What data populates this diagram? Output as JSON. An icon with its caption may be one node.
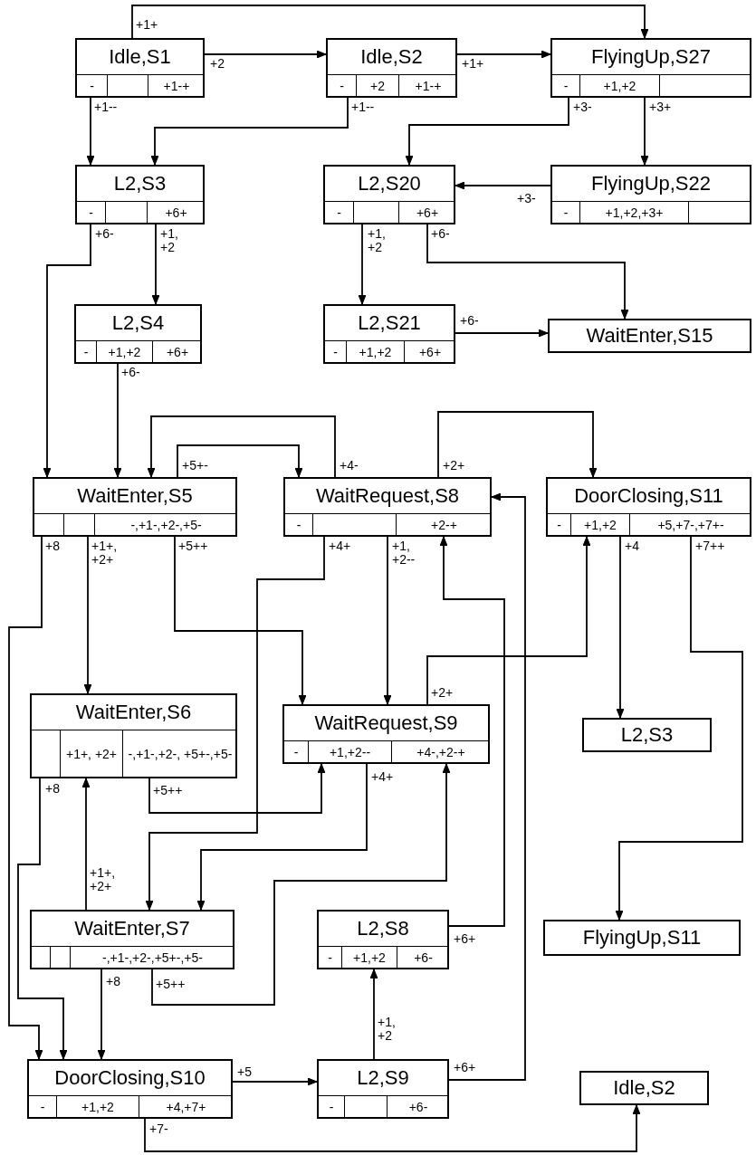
{
  "diagram": {
    "nodes": [
      {
        "text": [
          "Idle,S1"
        ]
      },
      {
        "text": [
          "Idle,S2"
        ]
      },
      {
        "text": [
          "FlyingUp,S27"
        ]
      },
      {
        "text": [
          "L2,S3"
        ]
      },
      {
        "text": [
          "L2,S20"
        ]
      },
      {
        "text": [
          "FlyingUp,S22"
        ]
      },
      {
        "text": [
          "L2,S4"
        ]
      },
      {
        "text": [
          "L2,S21"
        ]
      },
      {
        "text": [
          "WaitEnter,S15"
        ]
      },
      {
        "text": [
          "WaitEnter,S5"
        ]
      },
      {
        "text": [
          "WaitRequest,S8"
        ]
      },
      {
        "text": [
          "DoorClosing,S11"
        ]
      },
      {
        "text": [
          "WaitEnter,S6"
        ]
      },
      {
        "text": [
          "WaitRequest,S9"
        ]
      },
      {
        "text": [
          "L2,S3"
        ]
      },
      {
        "text": [
          "WaitEnter,S7"
        ]
      },
      {
        "text": [
          "L2,S8"
        ]
      },
      {
        "text": [
          "FlyingUp,S11"
        ]
      },
      {
        "text": [
          "DoorClosing,S10"
        ]
      },
      {
        "text": [
          "L2,S9"
        ]
      },
      {
        "text": [
          "Idle,S2"
        ]
      },
      {
        "text": [
          "-"
        ],
        "in": 0
      },
      {
        "text": [],
        "shape": "box",
        "in": 0
      },
      {
        "text": [
          "+1-+"
        ],
        "in": 0
      },
      {
        "text": [
          "-"
        ],
        "in": 1
      },
      {
        "text": [
          "+2"
        ],
        "in": 1
      },
      {
        "text": [
          "+1-+"
        ],
        "in": 1
      },
      {
        "text": [
          "-"
        ],
        "in": 2
      },
      {
        "text": [
          "+1,+2"
        ],
        "in": 2
      },
      {
        "text": [],
        "shape": "box",
        "in": 2
      },
      {
        "text": [
          "-"
        ],
        "in": 3
      },
      {
        "text": [],
        "shape": "box",
        "in": 3
      },
      {
        "text": [
          "+6+"
        ],
        "in": 3
      },
      {
        "text": [
          "-"
        ],
        "in": 4
      },
      {
        "text": [],
        "shape": "box",
        "in": 4
      },
      {
        "text": [
          "+6+"
        ],
        "in": 4
      },
      {
        "text": [
          "-"
        ],
        "in": 5
      },
      {
        "text": [
          "+1,+2,+3+"
        ],
        "in": 5
      },
      {
        "text": [],
        "shape": "box",
        "in": 5
      },
      {
        "text": [
          "-"
        ],
        "in": 6
      },
      {
        "text": [
          "+1,+2"
        ],
        "in": 6
      },
      {
        "text": [
          "+6+"
        ],
        "in": 6
      },
      {
        "text": [
          "-"
        ],
        "in": 7
      },
      {
        "text": [
          "+1,+2"
        ],
        "in": 7
      },
      {
        "text": [
          "+6+"
        ],
        "in": 7
      },
      {
        "text": [],
        "shape": "box",
        "in": 9
      },
      {
        "text": [],
        "shape": "box",
        "in": 9
      },
      {
        "text": [
          "-,+1-,+2-,+5-"
        ],
        "in": 9
      },
      {
        "text": [
          "-"
        ],
        "in": 10
      },
      {
        "text": [],
        "shape": "box",
        "in": 10
      },
      {
        "text": [
          "+2-+"
        ],
        "in": 10
      },
      {
        "text": [
          "-"
        ],
        "in": 11
      },
      {
        "text": [
          "+1,+2"
        ],
        "in": 11
      },
      {
        "text": [
          "+5,+7-,+7+-"
        ],
        "in": 11
      },
      {
        "text": [],
        "shape": "box",
        "in": 12
      },
      {
        "text": [
          "+1+, +2+"
        ],
        "in": 12
      },
      {
        "text": [
          "-,+1-,+2-, +5+-,+5-"
        ],
        "in": 12
      },
      {
        "text": [
          "-"
        ],
        "in": 13
      },
      {
        "text": [
          "+1,+2--"
        ],
        "in": 13
      },
      {
        "text": [
          "+4-,+2-+"
        ],
        "in": 13
      },
      {
        "text": [],
        "shape": "box",
        "in": 15
      },
      {
        "text": [],
        "shape": "box",
        "in": 15
      },
      {
        "text": [
          "-,+1-,+2-,+5+-,+5-"
        ],
        "in": 15
      },
      {
        "text": [
          "-"
        ],
        "in": 16
      },
      {
        "text": [
          "+1,+2"
        ],
        "in": 16
      },
      {
        "text": [
          "+6-"
        ],
        "in": 16
      },
      {
        "text": [
          "-"
        ],
        "in": 18
      },
      {
        "text": [
          "+1,+2"
        ],
        "in": 18
      },
      {
        "text": [
          "+4,+7+"
        ],
        "in": 18
      },
      {
        "text": [
          "-"
        ],
        "in": 19
      },
      {
        "text": [],
        "shape": "box",
        "in": 19
      },
      {
        "text": [
          "+6-"
        ],
        "in": 19
      }
    ],
    "edges": [
      {
        "from": 0,
        "to": 2,
        "arrow": "to",
        "label": "+1+"
      },
      {
        "from": 0,
        "to": 1,
        "arrow": "to",
        "label": "+2"
      },
      {
        "from": 1,
        "to": 2,
        "arrow": "to",
        "label": "+1+"
      },
      {
        "from": 0,
        "to": 3,
        "arrow": "to",
        "label": "+1--"
      },
      {
        "from": 1,
        "to": 3,
        "arrow": "to",
        "label": "+1--"
      },
      {
        "from": 2,
        "to": 4,
        "arrow": "to",
        "label": "+3-"
      },
      {
        "from": 2,
        "to": 5,
        "arrow": "to",
        "label": "+3+"
      },
      {
        "from": 5,
        "to": 4,
        "arrow": "to",
        "label": "+3-"
      },
      {
        "from": 3,
        "to": 9,
        "arrow": "to",
        "label": "+6-"
      },
      {
        "from": 3,
        "to": 6,
        "arrow": "to",
        "label": "+1, +2"
      },
      {
        "from": 4,
        "to": 7,
        "arrow": "to",
        "label": "+1, +2"
      },
      {
        "from": 4,
        "to": 8,
        "arrow": "to",
        "label": "+6-"
      },
      {
        "from": 7,
        "to": 8,
        "arrow": "to",
        "label": "+6-"
      },
      {
        "from": 6,
        "to": 9,
        "arrow": "to",
        "label": "+6-"
      },
      {
        "from": 10,
        "to": 9,
        "arrow": "to",
        "label": "+4-"
      },
      {
        "from": 9,
        "to": 10,
        "arrow": "to",
        "label": "+5+-"
      },
      {
        "from": 10,
        "to": 11,
        "arrow": "to",
        "label": "+2+"
      },
      {
        "from": 10,
        "to": 15,
        "arrow": "to",
        "label": "+4+"
      },
      {
        "from": 10,
        "to": 13,
        "arrow": "to",
        "label": "+1, +2--"
      },
      {
        "from": 9,
        "to": 12,
        "arrow": "to",
        "label": "+1+, +2+"
      },
      {
        "from": 9,
        "to": 13,
        "arrow": "to",
        "label": "+5++"
      },
      {
        "from": 9,
        "to": 18,
        "arrow": "to",
        "label": "+8"
      },
      {
        "from": 12,
        "to": 18,
        "arrow": "to",
        "label": "+8"
      },
      {
        "from": 12,
        "to": 13,
        "arrow": "to",
        "label": "+5++"
      },
      {
        "from": 13,
        "to": 15,
        "arrow": "to",
        "label": "+4+"
      },
      {
        "from": 15,
        "to": 12,
        "arrow": "to",
        "label": "+1+, +2+"
      },
      {
        "from": 15,
        "to": 13,
        "arrow": "to",
        "label": "+5++"
      },
      {
        "from": 15,
        "to": 18,
        "arrow": "to",
        "label": "+8"
      },
      {
        "from": 18,
        "to": 19,
        "arrow": "to",
        "label": "+5"
      },
      {
        "from": 19,
        "to": 16,
        "arrow": "to",
        "label": "+1, +2"
      },
      {
        "from": 19,
        "to": 10,
        "arrow": "to",
        "label": "+6+"
      },
      {
        "from": 16,
        "to": 10,
        "arrow": "to",
        "label": "+6+"
      },
      {
        "from": 13,
        "to": 11,
        "arrow": "to",
        "label": "+2+"
      },
      {
        "from": 11,
        "to": 14,
        "arrow": "to",
        "label": "+4"
      },
      {
        "from": 11,
        "to": 17,
        "arrow": "to",
        "label": "+7++"
      },
      {
        "from": 18,
        "to": 20,
        "arrow": "to",
        "label": "+7-"
      }
    ]
  }
}
